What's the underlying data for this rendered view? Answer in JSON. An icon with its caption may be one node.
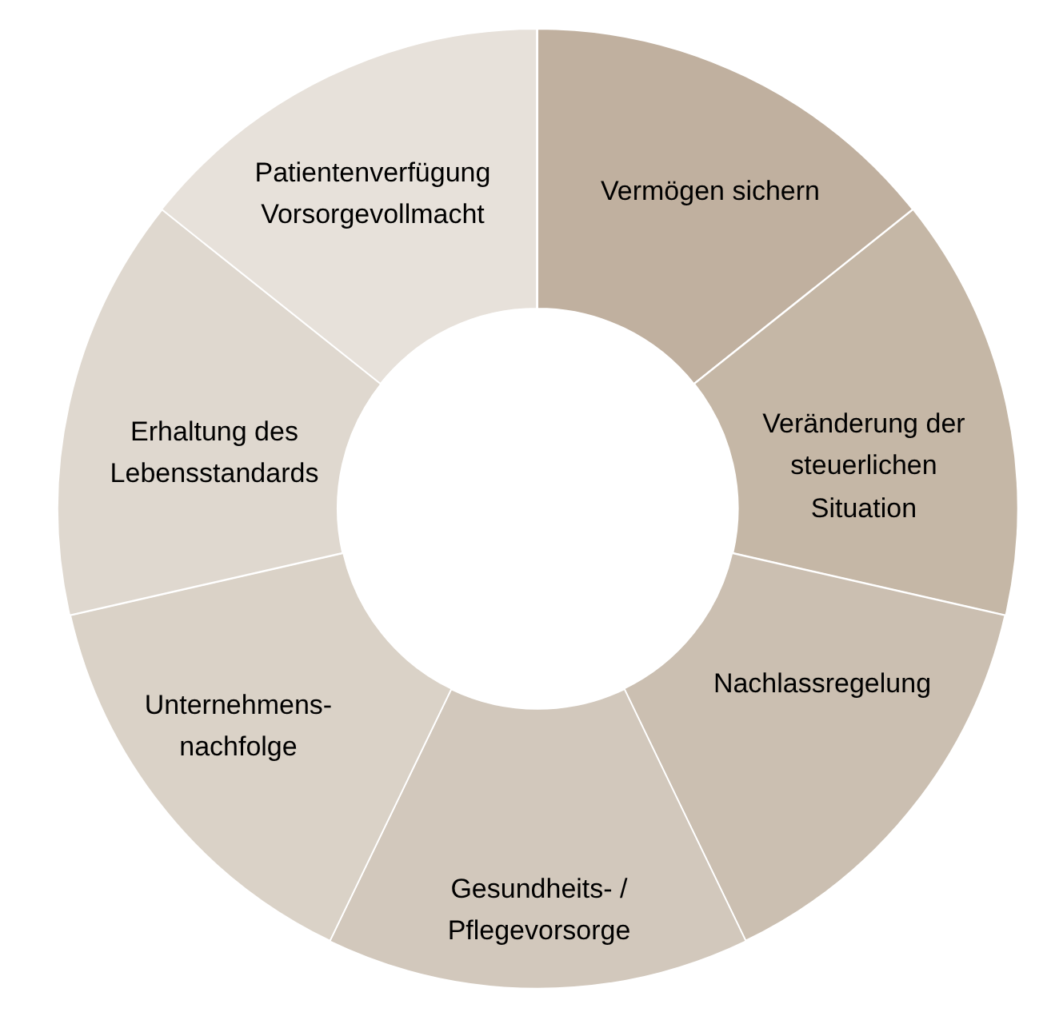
{
  "diagram": {
    "nodes": [
      {
        "text": [
          "Vermögen sichern"
        ]
      },
      {
        "text": [
          "Veränderung der steuerlichen Situation"
        ]
      },
      {
        "text": [
          "Nachlassregelung"
        ]
      },
      {
        "text": [
          "Gesundheits- / Pflegevorsorge"
        ]
      },
      {
        "text": [
          "Unternehmens- nachfolge"
        ]
      },
      {
        "text": [
          "Erhaltung des Lebensstandards"
        ]
      },
      {
        "text": [
          "Patientenverfügung Vorsorgevollmacht"
        ]
      }
    ]
  }
}
